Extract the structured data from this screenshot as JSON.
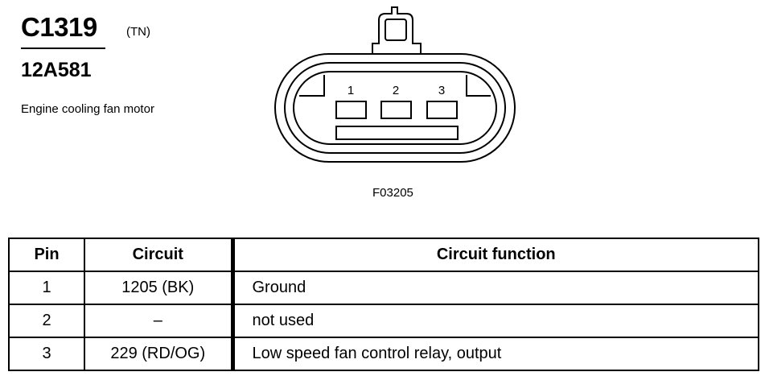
{
  "header": {
    "connector_id": "C1319",
    "connector_code": "(TN)",
    "part_number": "12A581",
    "description": "Engine cooling fan motor"
  },
  "diagram": {
    "pin_labels": [
      "1",
      "2",
      "3"
    ],
    "figure_id": "F03205"
  },
  "table": {
    "headers": {
      "pin": "Pin",
      "circuit": "Circuit",
      "function": "Circuit function"
    },
    "rows": [
      {
        "pin": "1",
        "circuit": "1205 (BK)",
        "function": "Ground"
      },
      {
        "pin": "2",
        "circuit": "–",
        "function": "not used"
      },
      {
        "pin": "3",
        "circuit": "229 (RD/OG)",
        "function": "Low speed fan control relay, output"
      }
    ]
  }
}
